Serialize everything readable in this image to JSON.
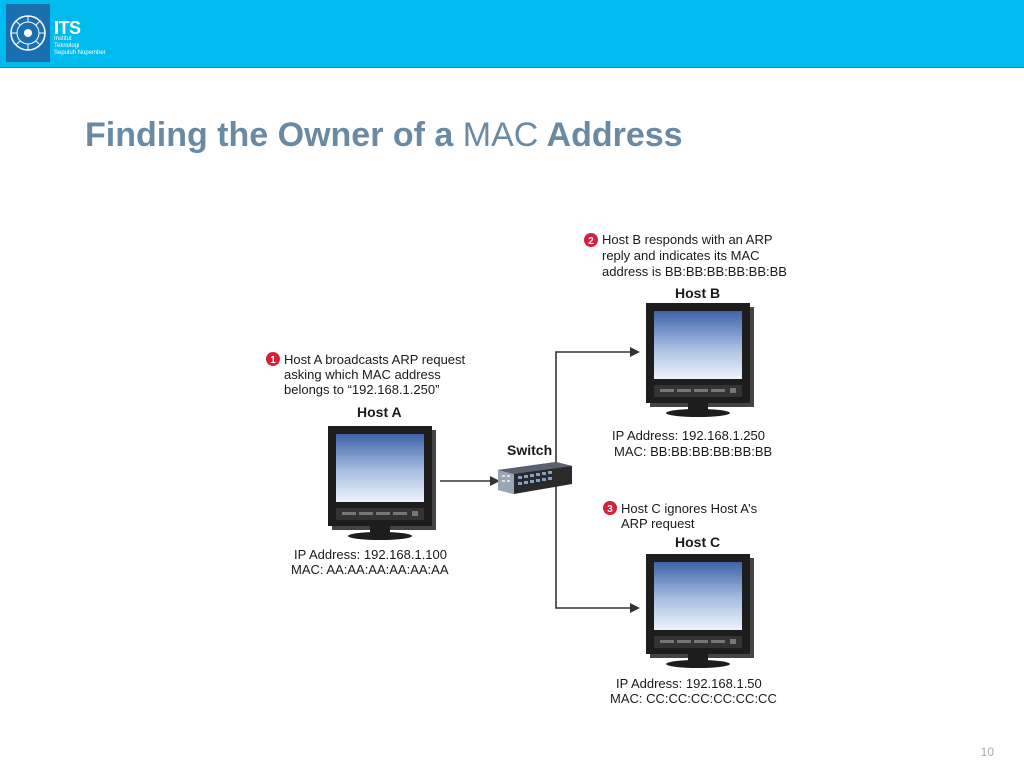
{
  "header": {
    "logo_main": "ITS",
    "logo_line1": "Institut",
    "logo_line2": "Teknologi",
    "logo_line3": "Sepuluh Nopember"
  },
  "title": {
    "part1": "Finding the Owner of a ",
    "part2": "MAC",
    "part3": " Address"
  },
  "diagram": {
    "step1": {
      "number": "1",
      "lines": [
        "Host A broadcasts ARP request",
        "asking which MAC address",
        "belongs to “192.168.1.250”"
      ]
    },
    "step2": {
      "number": "2",
      "lines": [
        "Host B responds with an ARP",
        "reply and indicates its MAC",
        "address is BB:BB:BB:BB:BB:BB"
      ]
    },
    "step3": {
      "number": "3",
      "lines": [
        "Host C ignores Host A’s",
        "ARP request"
      ]
    },
    "host_a": {
      "name": "Host A",
      "ip": "IP Address: 192.168.1.100",
      "mac": "MAC: AA:AA:AA:AA:AA:AA"
    },
    "host_b": {
      "name": "Host B",
      "ip": "IP Address: 192.168.1.250",
      "mac": "MAC: BB:BB:BB:BB:BB:BB"
    },
    "host_c": {
      "name": "Host C",
      "ip": "IP Address: 192.168.1.50",
      "mac": "MAC: CC:CC:CC:CC:CC:CC"
    },
    "switch_label": "Switch",
    "accent_color": "#d6203a"
  },
  "footer": {
    "slide_number": "10"
  }
}
